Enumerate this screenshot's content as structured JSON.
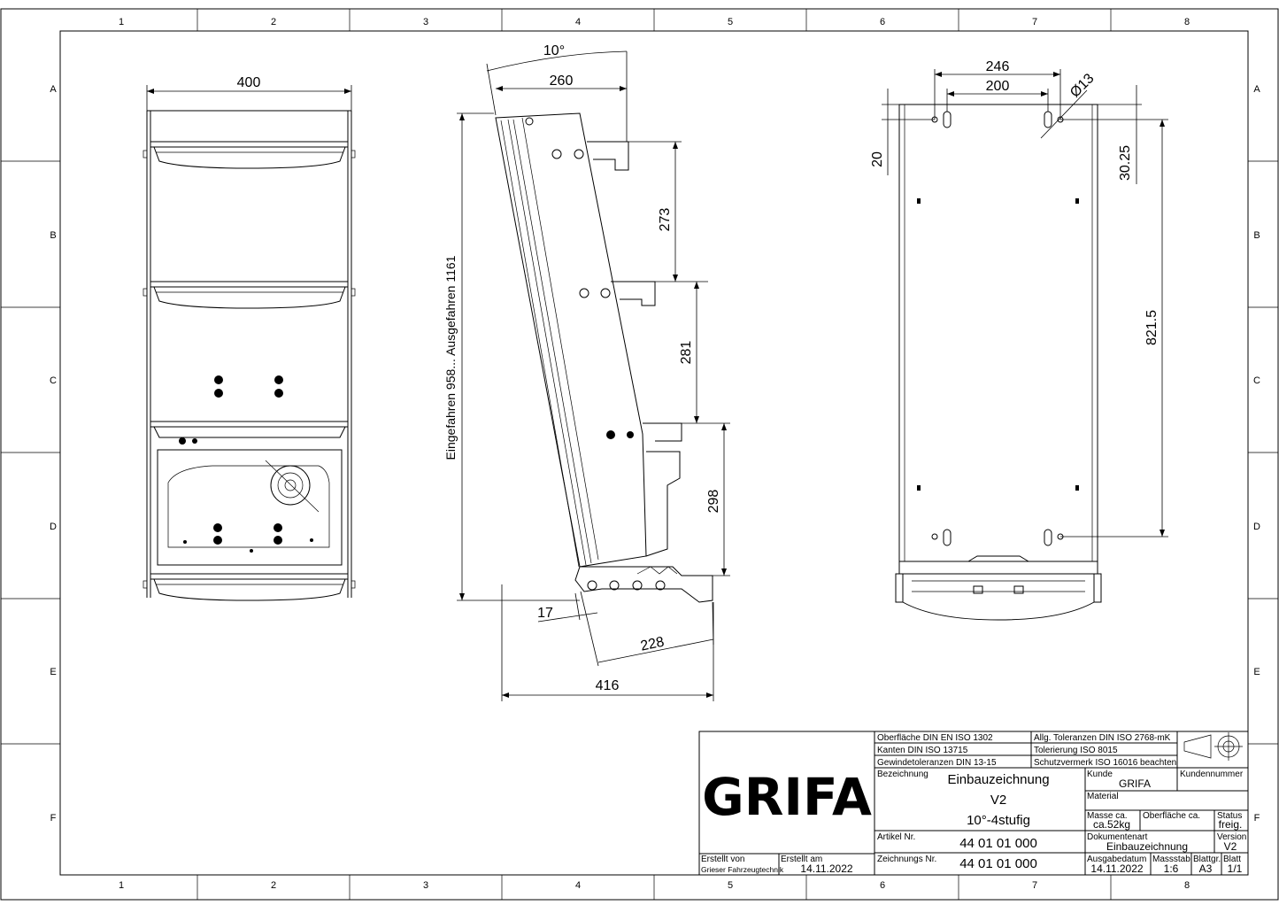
{
  "grid": {
    "columns": [
      "1",
      "2",
      "3",
      "4",
      "5",
      "6",
      "7",
      "8"
    ],
    "rows": [
      "A",
      "B",
      "C",
      "D",
      "E",
      "F"
    ]
  },
  "dimensions": {
    "front_width": "400",
    "side_angle": "10°",
    "side_depth_top": "260",
    "side_height": "Eingefahren 958... Ausgefahren 1161",
    "step_pitch_1": "273",
    "step_pitch_2": "281",
    "step_pitch_3": "298",
    "bottom_offset": "17",
    "bottom_step_depth": "228",
    "total_depth": "416",
    "mount_outer": "246",
    "mount_inner": "200",
    "hole_diameter": "Ø13",
    "mount_top_offset": "20",
    "mount_hole_offset": "30.25",
    "mount_hole_spacing": "821.5"
  },
  "title_block": {
    "logo": "GRIFA",
    "std_surface": "Oberfläche DIN EN ISO 1302",
    "std_edges": "Kanten DIN ISO 13715",
    "std_thread": "Gewindetoleranzen DIN 13-15",
    "std_general_tol": "Allg. Toleranzen DIN ISO 2768-mK",
    "std_tol_principle": "Tolerierung ISO 8015",
    "std_protection": "Schutzvermerk ISO 16016 beachten",
    "bezeichnung_label": "Bezeichnung",
    "bezeichnung_line1": "Einbauzeichnung",
    "bezeichnung_line2": "V2",
    "bezeichnung_line3": "10°-4stufig",
    "kunde_label": "Kunde",
    "kunde_value": "GRIFA",
    "kundennummer_label": "Kundennummer",
    "material_label": "Material",
    "masse_label": "Masse ca.",
    "masse_value": "ca.52kg",
    "oberflaeche_label": "Oberfläche ca.",
    "status_label": "Status",
    "status_value": "freig.",
    "artikel_label": "Artikel Nr.",
    "artikel_value": "44 01 01 000",
    "dokumentenart_label": "Dokumentenart",
    "dokumentenart_value": "Einbauzeichnung",
    "version_label": "Version",
    "version_value": "V2",
    "zeichnung_label": "Zeichnungs Nr.",
    "zeichnung_value": "44 01 01 000",
    "ausgabedatum_label": "Ausgabedatum",
    "ausgabedatum_value": "14.11.2022",
    "massstab_label": "Massstab",
    "massstab_value": "1:6",
    "blattgr_label": "Blattgr.",
    "blattgr_value": "A3",
    "blatt_label": "Blatt",
    "blatt_value": "1/1",
    "erstellt_von_label": "Erstellt von",
    "erstellt_von_value": "Grieser Fahrzeugtechnik",
    "erstellt_am_label": "Erstellt am",
    "erstellt_am_value": "14.11.2022"
  }
}
